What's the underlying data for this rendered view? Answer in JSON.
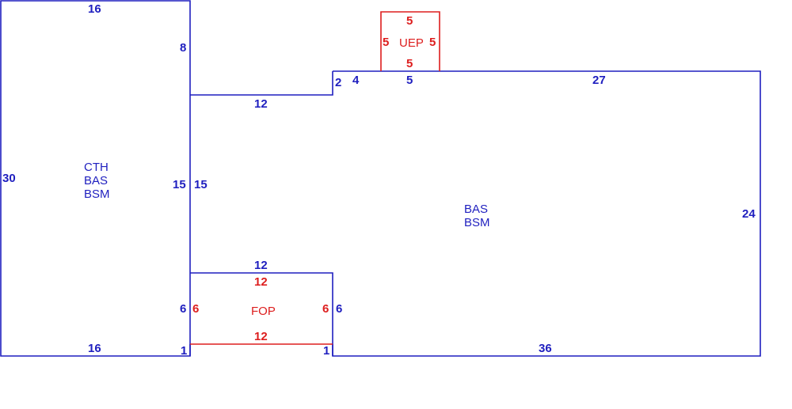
{
  "colors": {
    "main_structure": "#1f1fbf",
    "porch_structure": "#dd1e1e",
    "background": "#ffffff"
  },
  "areas": {
    "left_block": {
      "lines": [
        "CTH",
        "BAS",
        "BSM"
      ]
    },
    "main_block": {
      "lines": [
        "BAS",
        "BSM"
      ]
    },
    "front_porch": {
      "label": "FOP"
    },
    "upper_porch": {
      "label": "UEP"
    }
  },
  "dimensions": {
    "left_top": "16",
    "left_side": "30",
    "left_bottom": "16",
    "left_right_upper": "8",
    "left_right_mid": "15",
    "left_right_lower": "6",
    "left_right_bottom_step": "1",
    "connector_top": "12",
    "connector_inner_left": "15",
    "connector_step": "2",
    "main_top_short": "4",
    "main_top_under_uep": "5",
    "main_top_long": "27",
    "main_right": "24",
    "main_bottom": "36",
    "main_bottom_step": "1",
    "porch_top_outer": "12",
    "porch_right_outer": "6",
    "fop_top": "12",
    "fop_left": "6",
    "fop_right": "6",
    "fop_bottom": "12",
    "uep_top": "5",
    "uep_left": "5",
    "uep_right": "5",
    "uep_bottom": "5"
  }
}
